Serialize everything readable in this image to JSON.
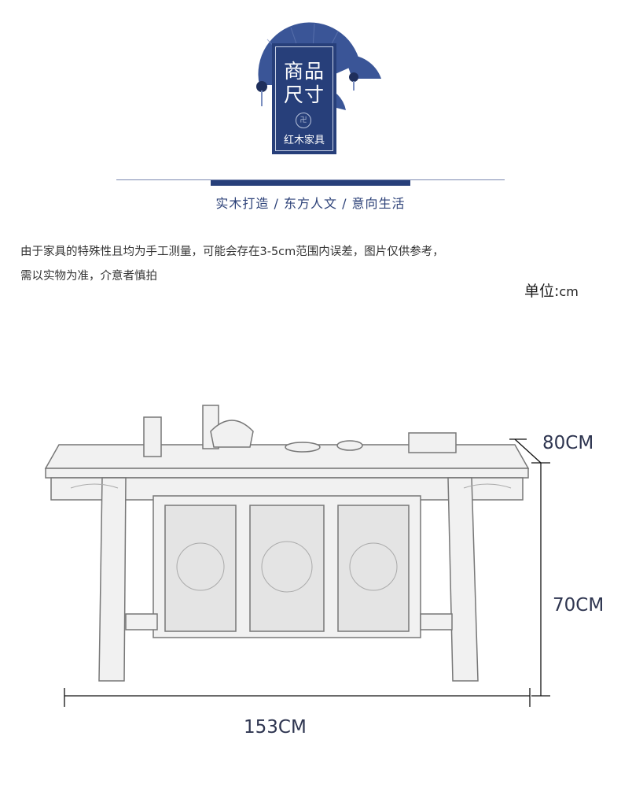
{
  "header": {
    "title_line1": "商品",
    "title_line2": "尺寸",
    "seal_glyph": "卍",
    "brand": "红木家具",
    "accent_color": "#273f7a"
  },
  "tagline": "实木打造 / 东方人文 / 意向生活",
  "notes": [
    "由于家具的特殊性且均为手工测量，可能会存在3-5cm范围内误差，图片仅供参考，",
    "需以实物为准，介意者慎拍"
  ],
  "unit": {
    "label": "单位:",
    "value": "cm"
  },
  "dimensions": {
    "depth": "80CM",
    "height": "70CM",
    "width": "153CM"
  }
}
